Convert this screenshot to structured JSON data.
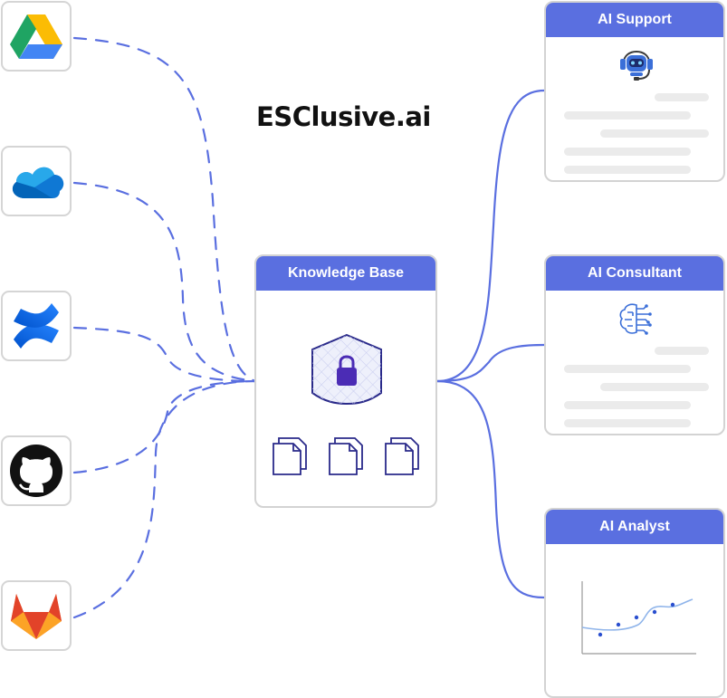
{
  "title": "ESClusive.ai",
  "sources": [
    {
      "name": "google-drive",
      "icon": "google-drive-icon"
    },
    {
      "name": "onedrive",
      "icon": "onedrive-cloud-icon"
    },
    {
      "name": "confluence",
      "icon": "confluence-icon"
    },
    {
      "name": "github",
      "icon": "github-icon"
    },
    {
      "name": "gitlab",
      "icon": "gitlab-icon"
    }
  ],
  "knowledge_base": {
    "label": "Knowledge Base",
    "icon": "locked-shield-icon",
    "doc_icon": "document-stack-icon"
  },
  "agents": [
    {
      "label": "AI Support",
      "icon": "robot-headset-icon"
    },
    {
      "label": "AI Consultant",
      "icon": "brain-circuit-icon"
    },
    {
      "label": "AI Analyst",
      "icon": "trend-chart-icon"
    }
  ],
  "colors": {
    "accent": "#5a6fe0",
    "connector": "#5a6fe0",
    "border": "#d3d3d3",
    "placeholder": "#ebebeb"
  }
}
